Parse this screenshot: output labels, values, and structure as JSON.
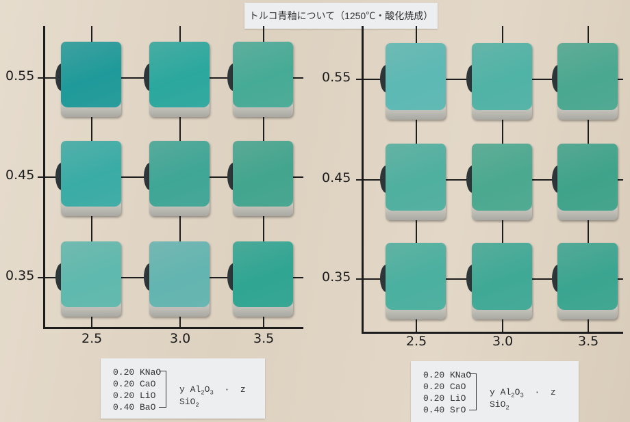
{
  "title": "トルコ青釉について（1250℃・酸化焼成）",
  "grids": [
    {
      "y_labels": [
        "0.55",
        "0.45",
        "0.35"
      ],
      "x_labels": [
        "2.5",
        "3.0",
        "3.5"
      ],
      "tiles": [
        [
          "#1f9a9a",
          "#2ba89e",
          "#46ab96"
        ],
        [
          "#3aaca6",
          "#3fa696",
          "#42a58e"
        ],
        [
          "#5fb9ae",
          "#63b5b1",
          "#2fa592"
        ]
      ],
      "formula": {
        "rows": [
          "0.20 KNaO",
          "0.20 CaO",
          "0.20 LiO",
          "0.40 BaO"
        ],
        "rhs_y": "y Al",
        "rhs_z": "z SiO"
      }
    },
    {
      "y_labels": [
        "0.55",
        "0.45",
        "0.35"
      ],
      "x_labels": [
        "2.5",
        "3.0",
        "3.5"
      ],
      "tiles": [
        [
          "#5cb9b4",
          "#4fb3a6",
          "#4aa890"
        ],
        [
          "#4fb0a0",
          "#4aa98f",
          "#3ea38a"
        ],
        [
          "#4ab09f",
          "#3fa996",
          "#3aa590"
        ]
      ],
      "formula": {
        "rows": [
          "0.20 KNaO",
          "0.20 CaO",
          "0.20 LiO",
          "0.40 SrO"
        ],
        "rhs_y": "y Al",
        "rhs_z": "z SiO"
      }
    }
  ]
}
